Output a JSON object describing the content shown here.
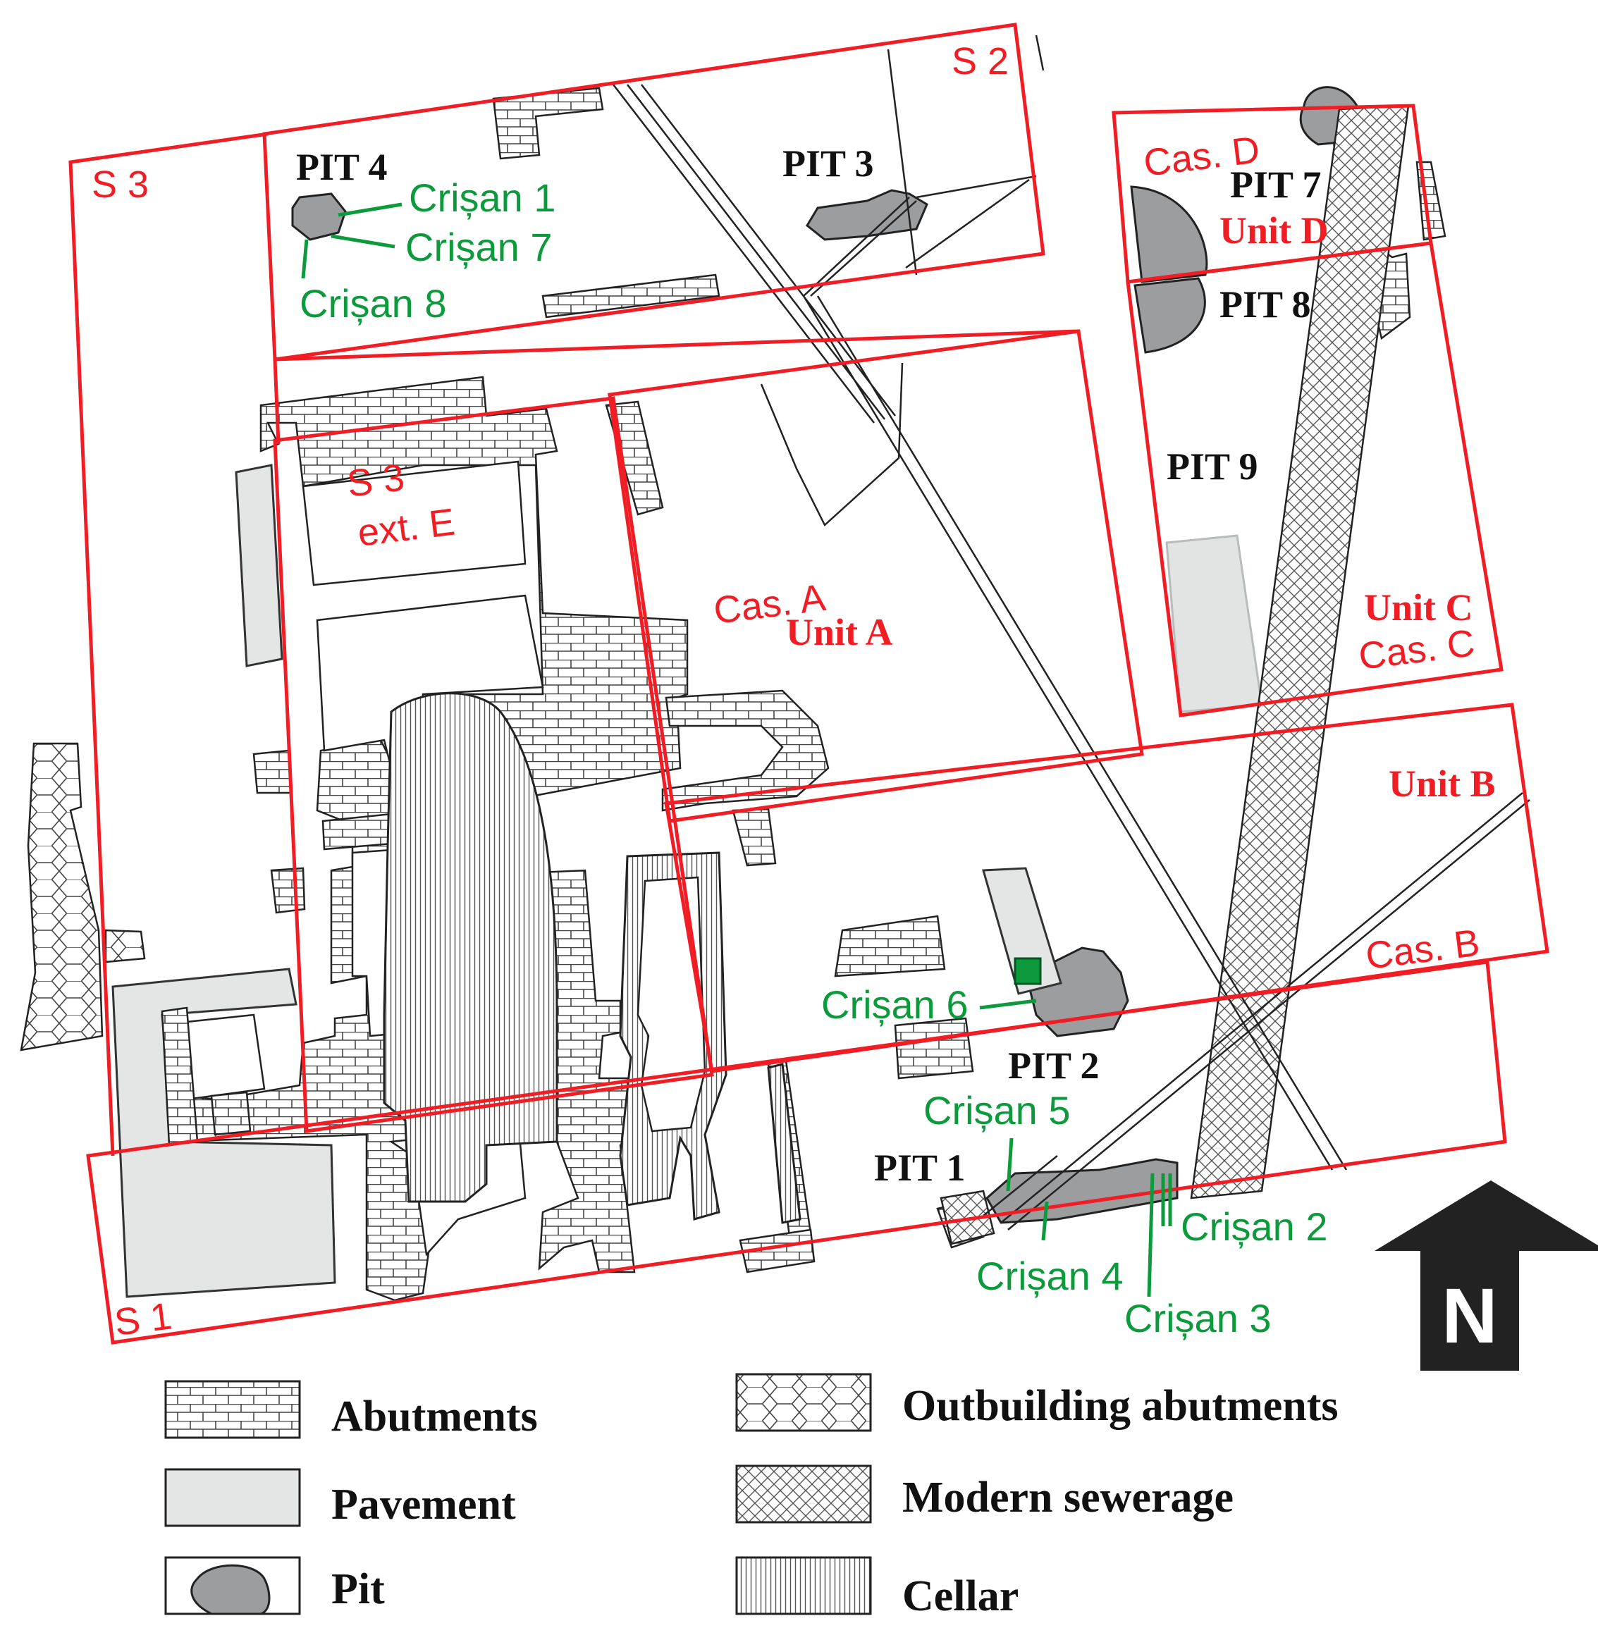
{
  "trench_labels": {
    "s1": "S 1",
    "s2": "S 2",
    "s3": "S 3",
    "s3_ext_line1": "S 3",
    "s3_ext_line2": "ext. E",
    "cas_a": "Cas. A",
    "cas_b": "Cas. B",
    "cas_c": "Cas. C",
    "cas_d": "Cas. D"
  },
  "unit_labels": {
    "unit_a": "Unit A",
    "unit_b": "Unit B",
    "unit_c": "Unit C",
    "unit_d": "Unit D"
  },
  "pit_labels": {
    "pit1": "PIT 1",
    "pit2": "PIT 2",
    "pit3": "PIT 3",
    "pit4": "PIT 4",
    "pit7": "PIT 7",
    "pit8": "PIT 8",
    "pit9": "PIT 9"
  },
  "sample_labels": {
    "crisan1": "Crișan 1",
    "crisan2": "Crișan 2",
    "crisan3": "Crișan 3",
    "crisan4": "Crișan 4",
    "crisan5": "Crișan 5",
    "crisan6": "Crișan 6",
    "crisan7": "Crișan 7",
    "crisan8": "Crișan 8"
  },
  "north_arrow": {
    "label": "N"
  },
  "legend": {
    "abutments": "Abutments",
    "pavement": "Pavement",
    "pit": "Pit",
    "outbuilding_abutments": "Outbuilding abutments",
    "modern_sewerage": "Modern sewerage",
    "cellar": "Cellar"
  },
  "colors": {
    "trench_outline": "#f01d24",
    "sample_label": "#0d9a3c",
    "pit_fill": "#9c9d9f",
    "pavement_fill": "#e4e6e6",
    "sample_marker": "#0d9a3c"
  }
}
